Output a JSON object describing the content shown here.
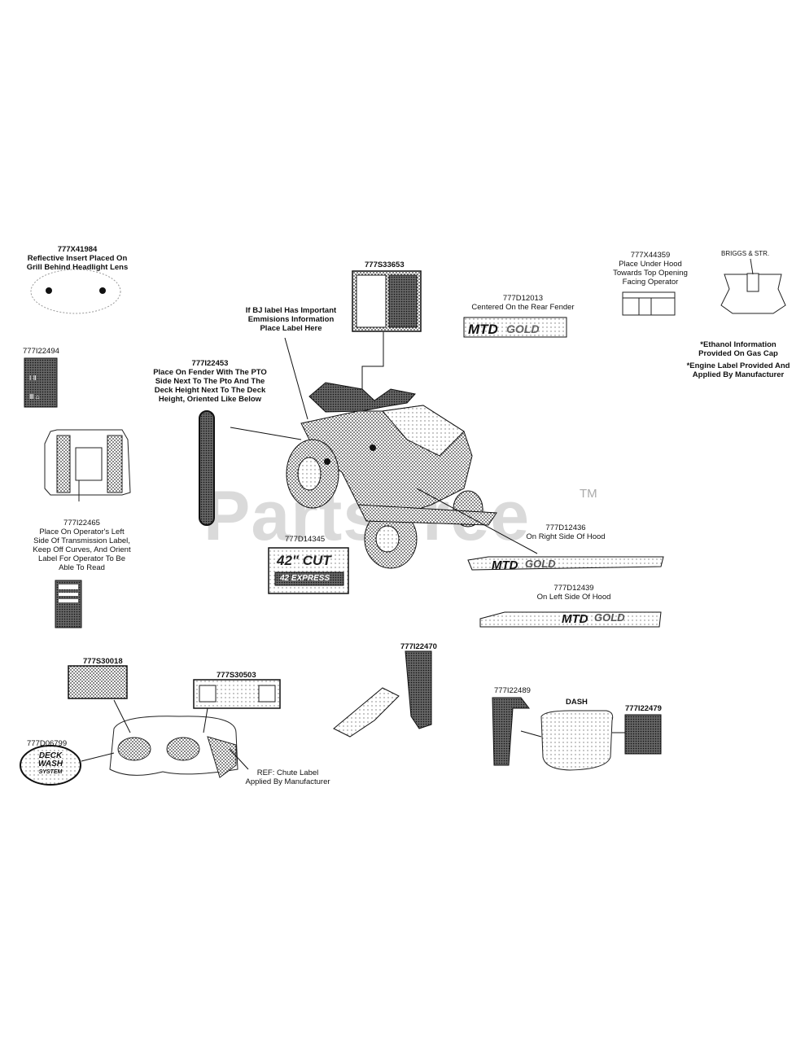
{
  "watermark": {
    "brand": "PartsTree",
    "trademark": "TM"
  },
  "labels": {
    "reflective": {
      "part": "777X41984",
      "line1": "Reflective Insert Placed On",
      "line2": "Grill Behind Headlight Lens"
    },
    "emissions": {
      "part": "777S33653",
      "line1": "If BJ label Has Important",
      "line2": "Emmisions Information",
      "line3": "Place Label Here"
    },
    "rear_fender": {
      "part": "777D12013",
      "line1": "Centered On the Rear Fender"
    },
    "under_hood": {
      "part": "777X44359",
      "line1": "Place Under Hood",
      "line2": "Towards Top Opening",
      "line3": "Facing Operator"
    },
    "engine_note": {
      "part": "BRIGGS & STR.",
      "line1": "*Ethanol Information",
      "line2": "Provided On Gas Cap",
      "line3": "*Engine Label Provided And",
      "line4": "Applied By Manufacturer"
    },
    "pto": {
      "part": "777I22494"
    },
    "fender_pto": {
      "part": "777I22453",
      "line1": "Place On Fender With The PTO",
      "line2": "Side Next To The Pto And The",
      "line3": "Deck Height Next To The Deck",
      "line4": "Height, Oriented Like Below"
    },
    "transmission": {
      "part": "777I22465",
      "line1": "Place On Operator's Left",
      "line2": "Side Of Transmission Label,",
      "line3": "Keep Off Curves, And Orient",
      "line4": "Label For Operator To Be",
      "line5": "Able To Read"
    },
    "cut_42": {
      "part": "777D14345",
      "text1": "42\" CUT",
      "text2": "42 EXPRESS"
    },
    "hood_right": {
      "part": "777D12436",
      "line1": "On Right Side Of Hood"
    },
    "hood_left": {
      "part": "777D12439",
      "line1": "On Left Side Of Hood"
    },
    "seat_warn": {
      "part": "777S30018"
    },
    "seat_warn2": {
      "part": "777S30503"
    },
    "chute": {
      "line1": "REF: Chute Label",
      "line2": "Applied By Manufacturer"
    },
    "deck_wash": {
      "part": "777D06799",
      "text1": "DECK",
      "text2": "WASH",
      "text3": "SYSTEM"
    },
    "lift_lever": {
      "part": "777I22470"
    },
    "dash_label": {
      "part": "777I22489",
      "title": "DASH"
    },
    "dash_right": {
      "part": "777I22479"
    }
  },
  "logos": {
    "mtd": "MTD",
    "gold": "GOLD"
  }
}
